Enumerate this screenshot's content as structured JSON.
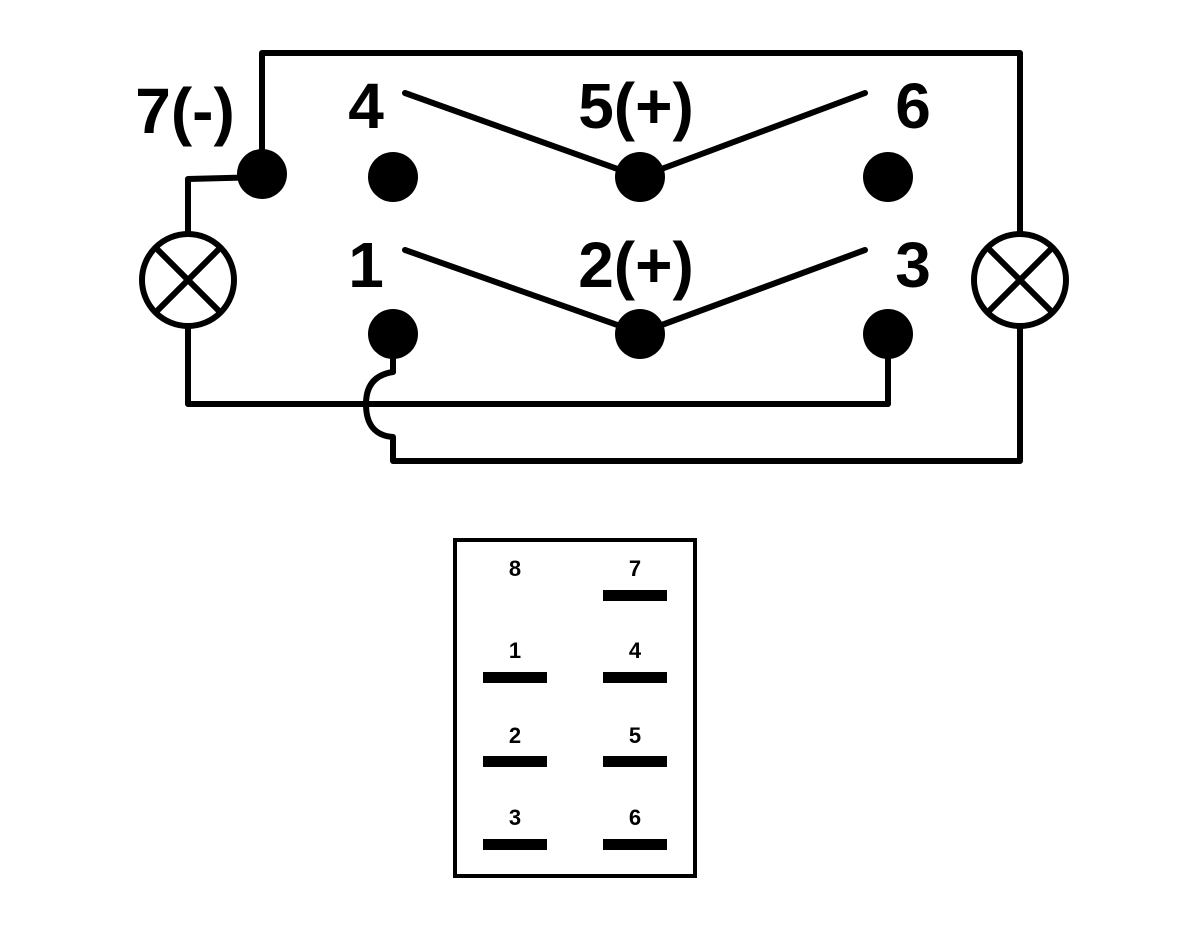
{
  "wiring": {
    "terminals": {
      "t7": "7(-)",
      "t4": "4",
      "t5": "5(+)",
      "t6": "6",
      "t1": "1",
      "t2": "2(+)",
      "t3": "3"
    },
    "lamps": {
      "left_icon": "lamp-icon",
      "right_icon": "lamp-icon"
    }
  },
  "pinout": {
    "pins": [
      {
        "label": "8",
        "bar": false
      },
      {
        "label": "7",
        "bar": true
      },
      {
        "label": "1",
        "bar": true
      },
      {
        "label": "4",
        "bar": true
      },
      {
        "label": "2",
        "bar": true
      },
      {
        "label": "5",
        "bar": true
      },
      {
        "label": "3",
        "bar": true
      },
      {
        "label": "6",
        "bar": true
      }
    ]
  }
}
